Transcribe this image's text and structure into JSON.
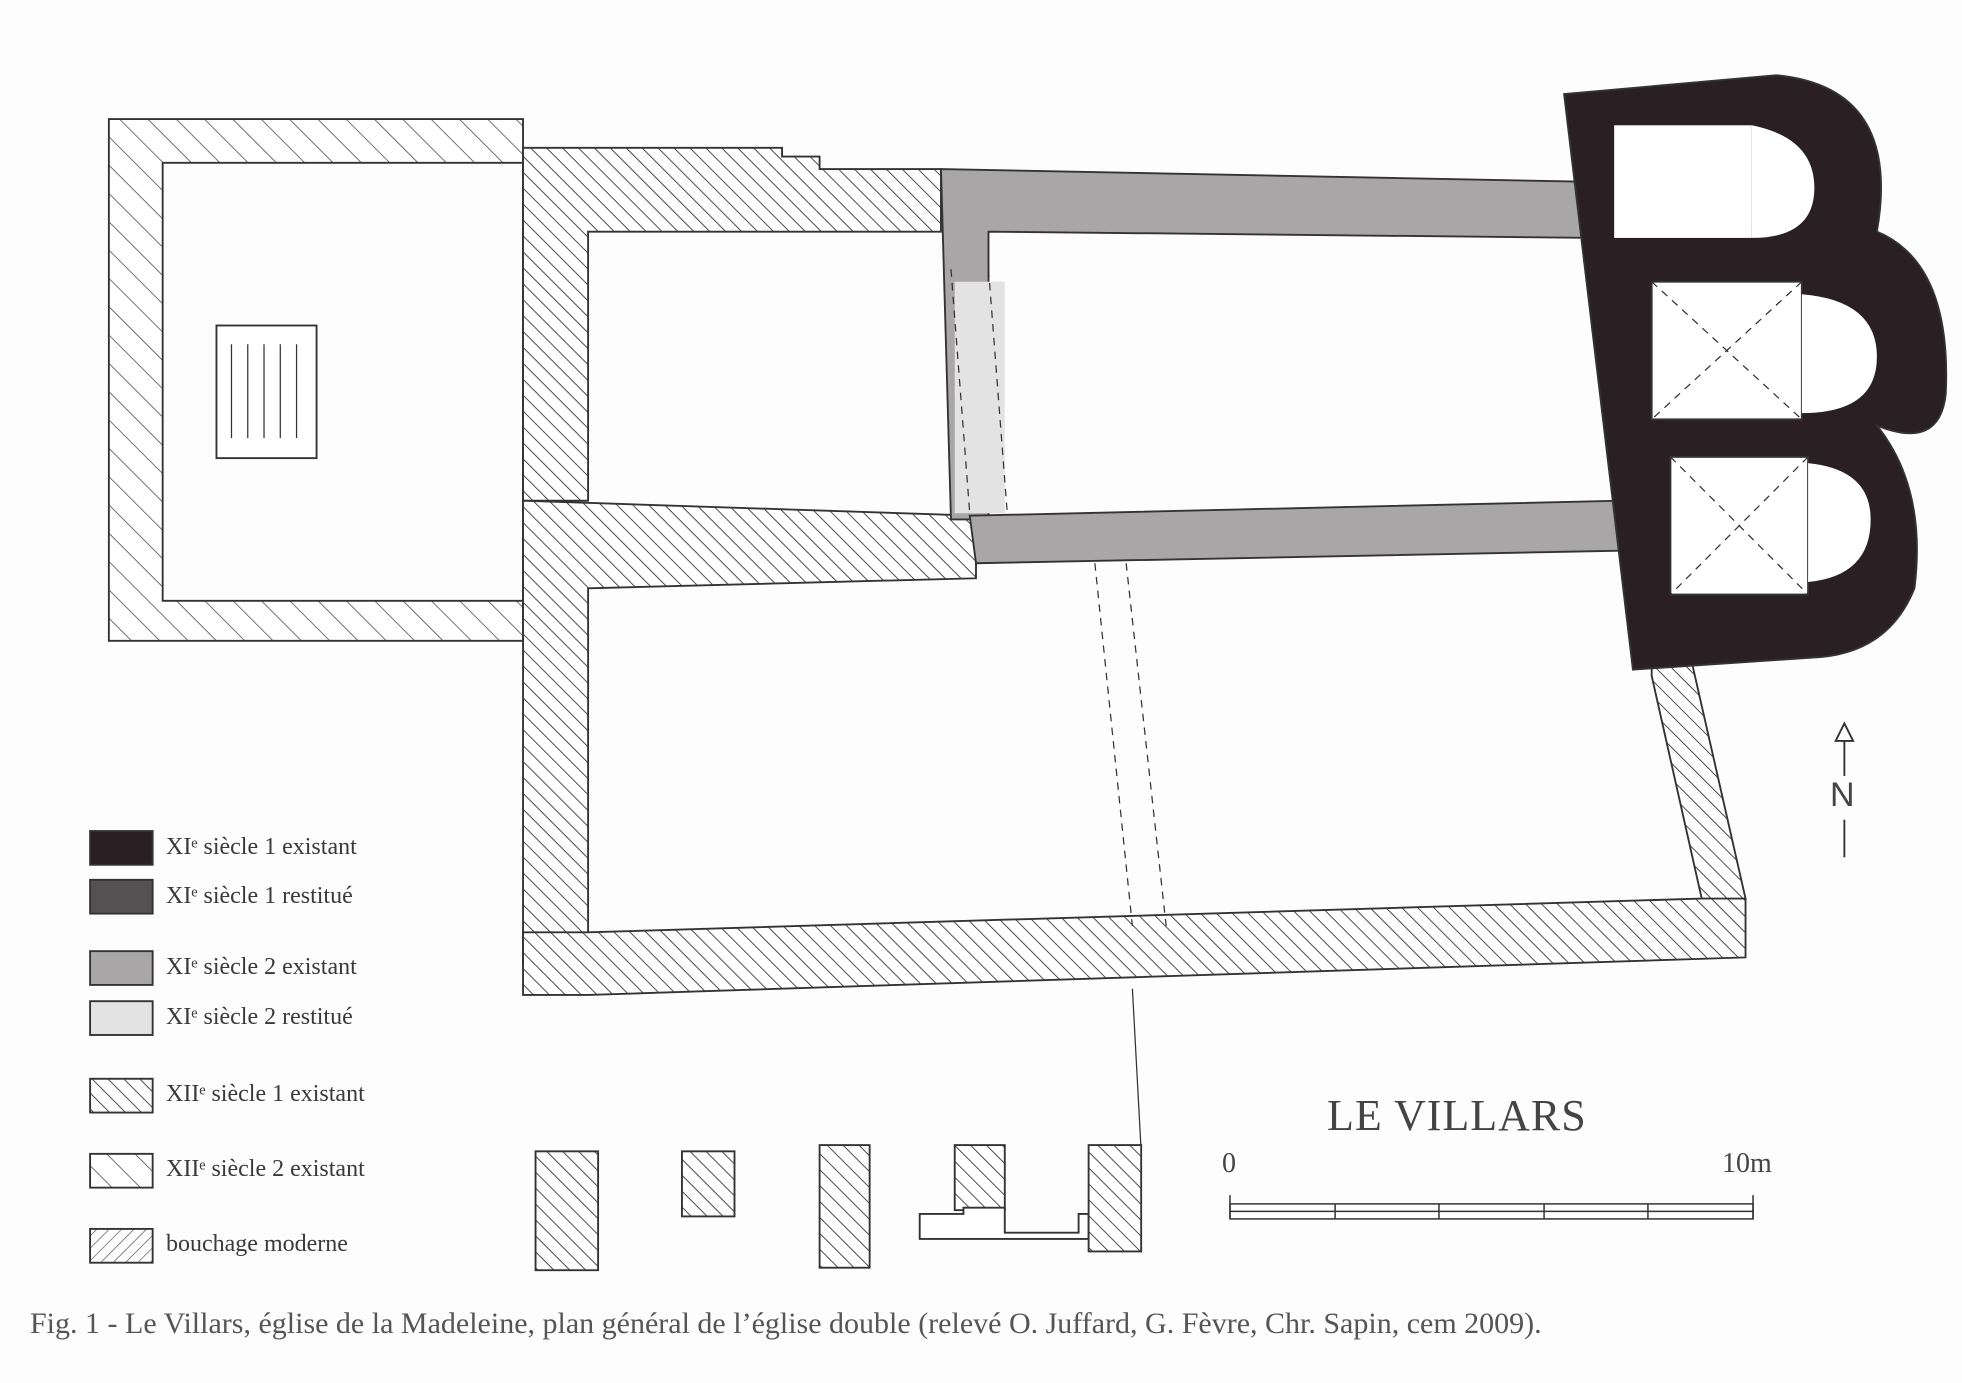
{
  "title": "LE VILLARS",
  "north_label": "N",
  "scale": {
    "start": "0",
    "end": "10m"
  },
  "legend": [
    {
      "label": "XIᵉ siècle 1 existant",
      "fill": "#2a1f22"
    },
    {
      "label": "XIᵉ siècle 1 restitué",
      "fill": "#555052"
    },
    {
      "label": "XIᵉ siècle 2 existant",
      "fill": "#a8a6a7"
    },
    {
      "label": "XIᵉ siècle 2 restitué",
      "fill": "#e4e3e3"
    },
    {
      "label": "XIIᵉ siècle 1 existant",
      "fill": "hatch-dense"
    },
    {
      "label": "XIIᵉ siècle 2 existant",
      "fill": "hatch-sparse"
    },
    {
      "label": "bouchage moderne",
      "fill": "hatch-reverse"
    }
  ],
  "caption": "Fig. 1 - Le Villars, église de la Madeleine, plan général de l’église double (relevé O. Juffard, G. Fèvre, Chr. Sapin, cem 2009)."
}
